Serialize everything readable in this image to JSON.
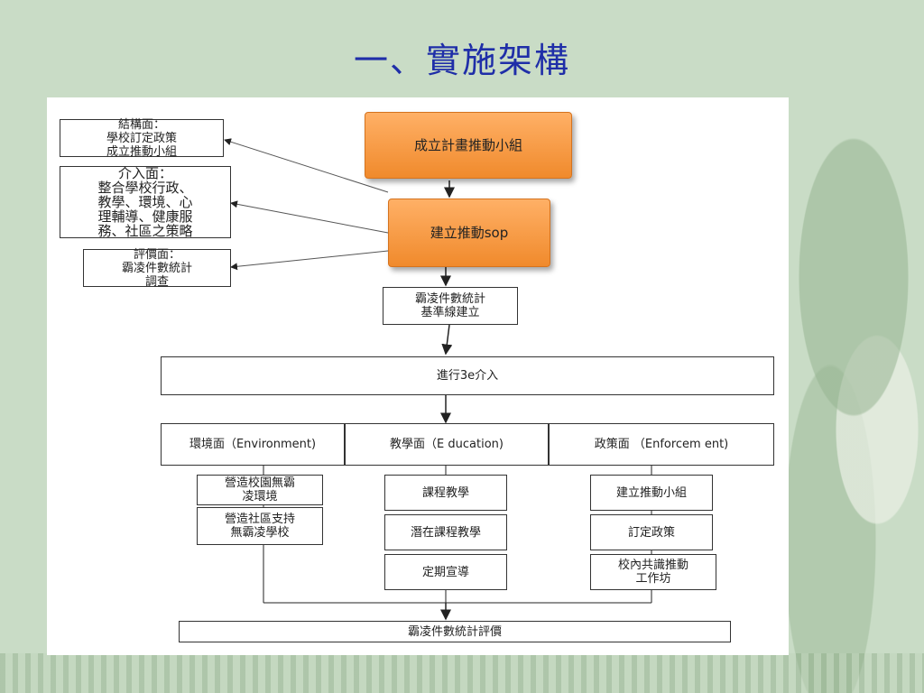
{
  "title": "一、實施架構",
  "diagram": {
    "left_structure": "結構面：\n學校訂定政策\n成立推動小組",
    "left_intervention": "介入面：\n整合學校行政、\n教學、環境、心\n理輔導、健康服\n務、社區之策略",
    "left_evaluation": "評價面：\n霸凌件數統計\n調查",
    "step1": "成立計畫推動小組",
    "step2": "建立推動sop",
    "step3": "霸凌件數統計\n基準線建立",
    "step4": "進行3e介入",
    "col_env": "環境面（Environment)",
    "col_edu": "教學面（E ducation)",
    "col_enf": "政策面 （Enforcem ent)",
    "env_1": "營造校園無霸\n凌環境",
    "env_2": "營造社區支持\n無霸凌學校",
    "edu_1": "課程教學",
    "edu_2": "潛在課程教學",
    "edu_3": "定期宣導",
    "enf_1": "建立推動小組",
    "enf_2": "訂定政策",
    "enf_3": "校內共識推動\n工作坊",
    "final": "霸凌件數統計評價"
  }
}
